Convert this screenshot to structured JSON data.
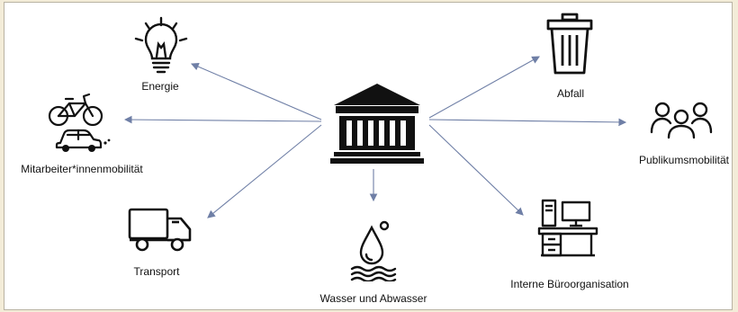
{
  "colors": {
    "arrow": "#6f7fa6",
    "icon": "#111111",
    "background": "#ffffff"
  },
  "center": {
    "icon": "institution-building-icon"
  },
  "nodes": {
    "energie": {
      "label": "Energie",
      "icon": "lightbulb-icon"
    },
    "mitarbeiter": {
      "label": "Mitarbeiter*innenmobilität",
      "icon": "bicycle-car-icon"
    },
    "transport": {
      "label": "Transport",
      "icon": "truck-icon"
    },
    "wasser": {
      "label": "Wasser und Abwasser",
      "icon": "water-drop-icon"
    },
    "buero": {
      "label": "Interne Büroorganisation",
      "icon": "office-desk-icon"
    },
    "publikum": {
      "label": "Publikumsmobilität",
      "icon": "people-group-icon"
    },
    "abfall": {
      "label": "Abfall",
      "icon": "trash-bin-icon"
    }
  }
}
